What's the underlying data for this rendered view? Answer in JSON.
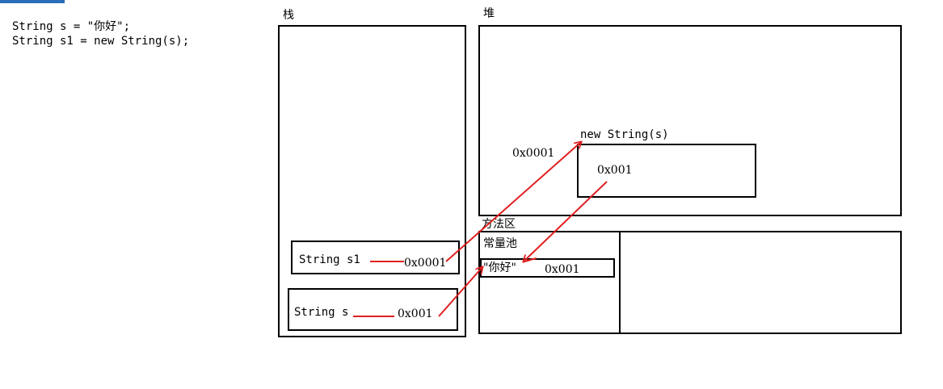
{
  "code": {
    "line1": "String s = \"你好\";",
    "line2": "String s1 = new String(s);"
  },
  "stack": {
    "title": "栈",
    "var_s1": {
      "name": "String s1",
      "value": "0x0001"
    },
    "var_s": {
      "name": "String s",
      "value": "0x001"
    }
  },
  "heap": {
    "title": "堆",
    "object_label": "new String(s)",
    "object_address": "0x0001",
    "object_value": "0x001"
  },
  "method_area": {
    "title": "方法区",
    "constant_pool": {
      "title": "常量池",
      "literal": "\"你好\"",
      "literal_address": "0x001"
    }
  },
  "colors": {
    "arrow": "#e02020",
    "border": "#000000"
  }
}
